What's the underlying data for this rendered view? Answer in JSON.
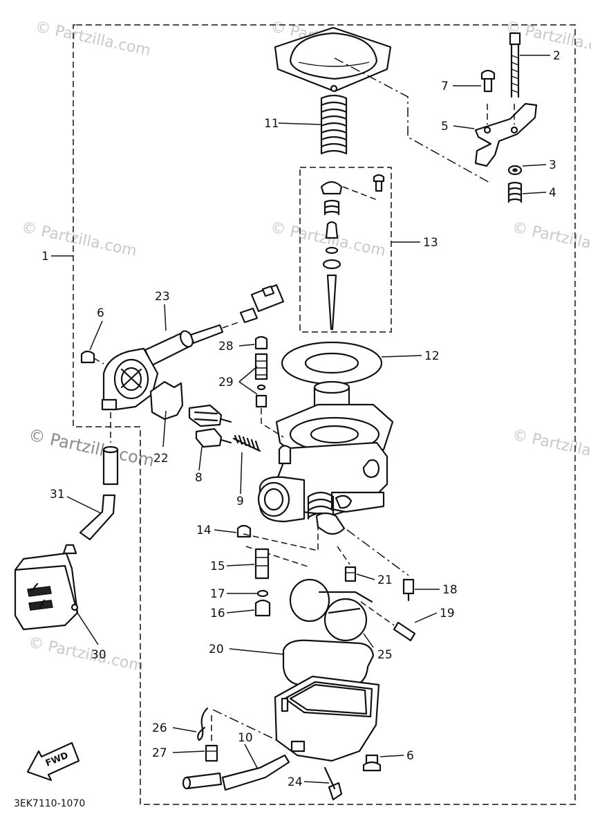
{
  "diagram": {
    "part_code": "3EK7110-1070",
    "direction_label": "FWD",
    "callouts": [
      "1",
      "2",
      "3",
      "4",
      "5",
      "6",
      "6",
      "7",
      "8",
      "9",
      "10",
      "11",
      "12",
      "13",
      "14",
      "15",
      "16",
      "17",
      "18",
      "19",
      "20",
      "21",
      "22",
      "23",
      "24",
      "25",
      "26",
      "27",
      "28",
      "29",
      "30",
      "31"
    ],
    "watermarks": [
      "© Partzilla.com",
      "© Partzilla.com",
      "© Partzilla.com",
      "© Partzilla.com",
      "© Partzilla.com",
      "© Partzilla.com",
      "© Partzilla.com",
      "© Partzilla.com"
    ],
    "main_watermark": "© Partzilla.com"
  }
}
